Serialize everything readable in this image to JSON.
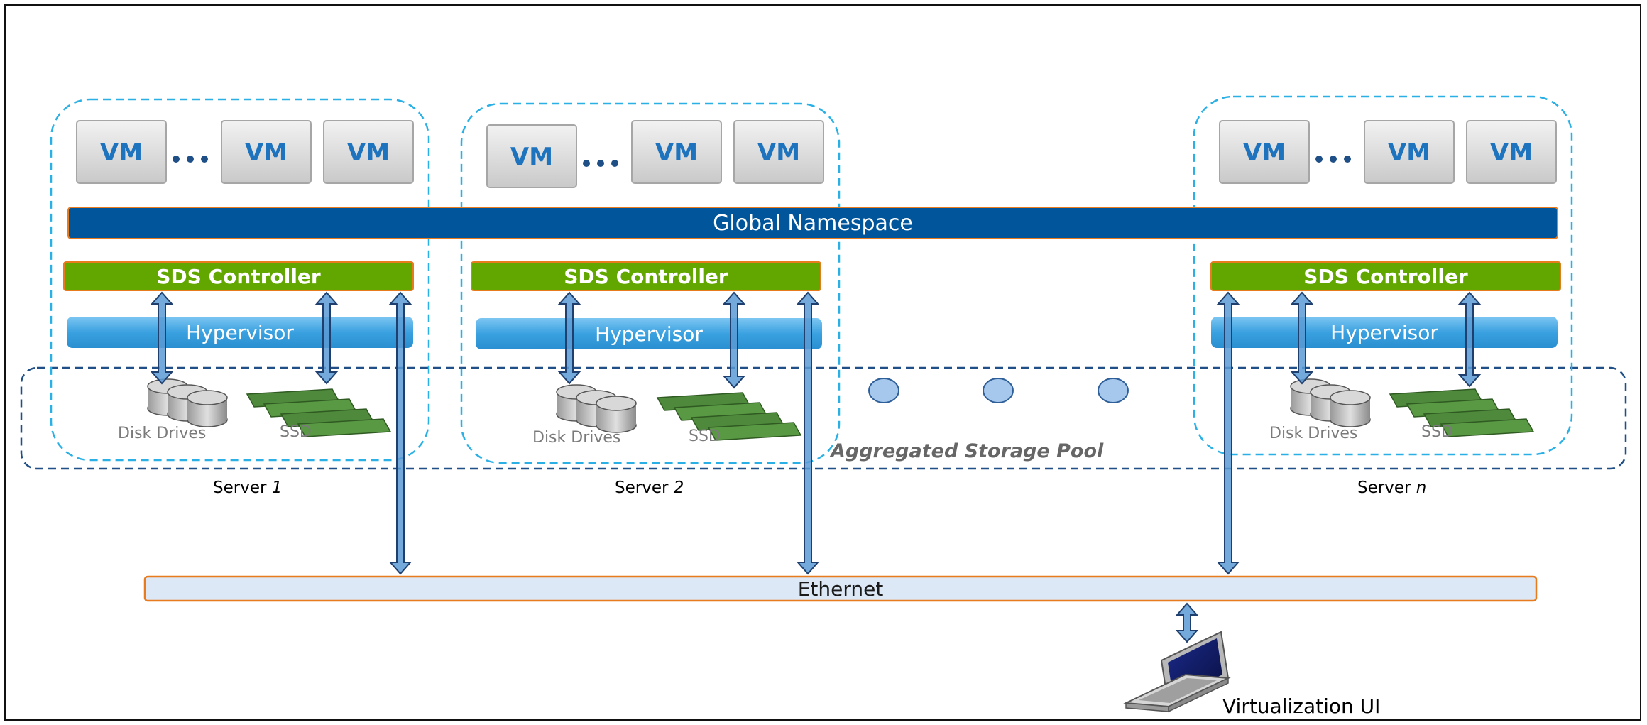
{
  "vm_label": "VM",
  "global_namespace": "Global Namespace",
  "sds_controller": "SDS Controller",
  "hypervisor": "Hypervisor",
  "disk_drives": "Disk Drives",
  "ssd": "SSD",
  "pool_label": "Aggregated Storage Pool",
  "servers": [
    {
      "prefix": "Server ",
      "suffix": "1"
    },
    {
      "prefix": "Server ",
      "suffix": "2"
    },
    {
      "prefix": "Server ",
      "suffix": "n"
    }
  ],
  "ethernet": "Ethernet",
  "virtualization_ui": "Virtualization UI",
  "colors": {
    "namespace_blue": "#00559b",
    "sds_green": "#62a700",
    "orange_border": "#e87b1e",
    "hypervisor_blue": "#3aa1e0",
    "dashed_cyan": "#2bb0e6",
    "dashed_navy": "#1f4f86",
    "arrow_blue": "#5b9bd5",
    "ethernet_fill": "#dce8f5"
  }
}
